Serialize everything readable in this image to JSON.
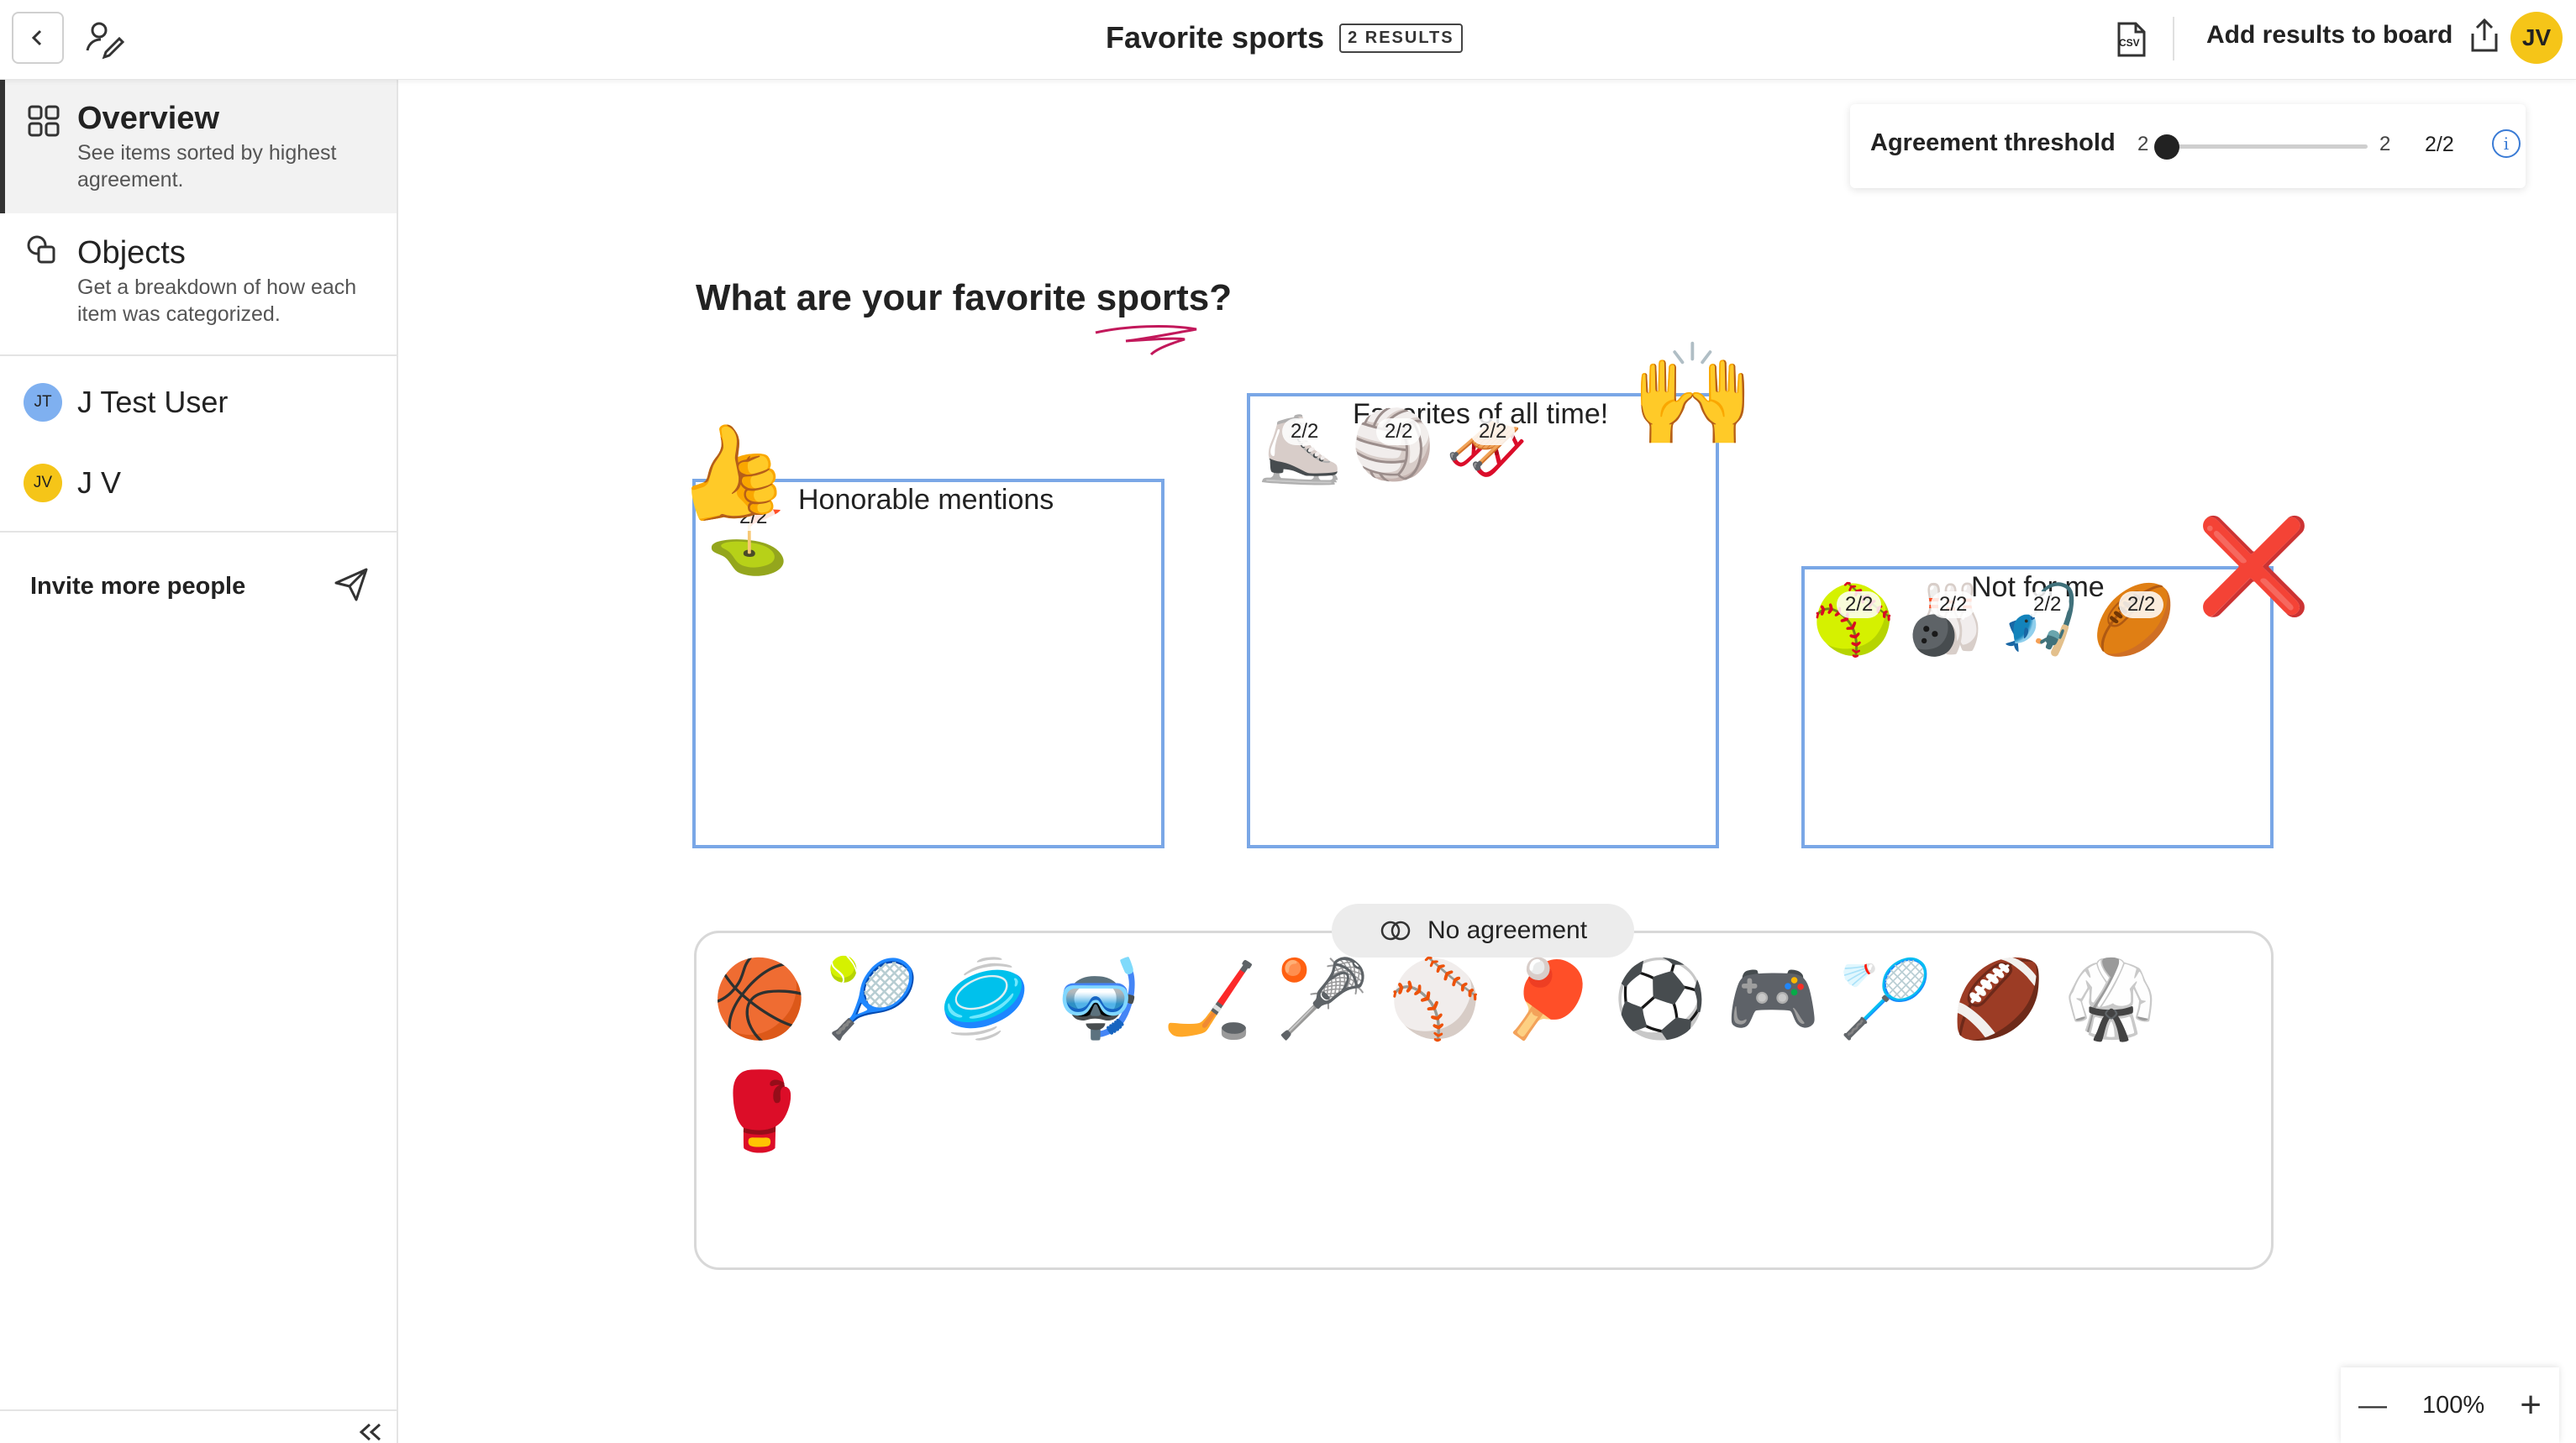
{
  "topbar": {
    "title": "Favorite sports",
    "badge": "2 RESULTS",
    "add_results": "Add results to board",
    "user_initials": "JV",
    "csv_label": "CSV"
  },
  "sidebar": {
    "overview": {
      "title": "Overview",
      "desc_1": "See items sorted by highest",
      "desc_2": "agreement."
    },
    "objects": {
      "title": "Objects",
      "desc_1": "Get a breakdown of how each",
      "desc_2": "item was categorized."
    },
    "users": [
      {
        "initials": "JT",
        "name": "J Test User",
        "color": "#7fb0f0"
      },
      {
        "initials": "JV",
        "name": "J V",
        "color": "#f5c518"
      }
    ],
    "invite": "Invite more people"
  },
  "canvas": {
    "question": "What are your favorite sports?",
    "groups": [
      {
        "label": "Honorable mentions",
        "items": [
          {
            "emoji": "⛳",
            "chip": "2/2"
          }
        ]
      },
      {
        "label": "Favorites of all time!",
        "items": [
          {
            "emoji": "⛸️",
            "chip": "2/2"
          },
          {
            "emoji": "🏐",
            "chip": "2/2"
          },
          {
            "emoji": "🛷",
            "chip": "2/2"
          }
        ]
      },
      {
        "label": "Not for me",
        "items": [
          {
            "emoji": "🥎",
            "chip": "2/2"
          },
          {
            "emoji": "🎳",
            "chip": "2/2"
          },
          {
            "emoji": "🎣",
            "chip": "2/2"
          },
          {
            "emoji": "🏉",
            "chip": "2/2"
          }
        ]
      }
    ],
    "no_agreement": {
      "label": "No agreement",
      "items": [
        "🏀",
        "🎾",
        "🥏",
        "🤿",
        "🏒",
        "🥍",
        "⚾",
        "🏓",
        "⚽",
        "🎮",
        "🏸",
        "🏈",
        "🥋",
        "🥊"
      ]
    },
    "stickers": {
      "thumbs": "👍",
      "highfive": "🙌",
      "cross": "❌"
    }
  },
  "threshold": {
    "label": "Agreement threshold",
    "min": "2",
    "max": "2",
    "value": "2/2",
    "level": 0
  },
  "zoom": {
    "level": "100%",
    "minus": "—",
    "plus": "+"
  },
  "colors": {
    "accent_blue": "#7aa7e6",
    "avatar_yellow": "#f5c518",
    "info_blue": "#3a7bd5"
  }
}
